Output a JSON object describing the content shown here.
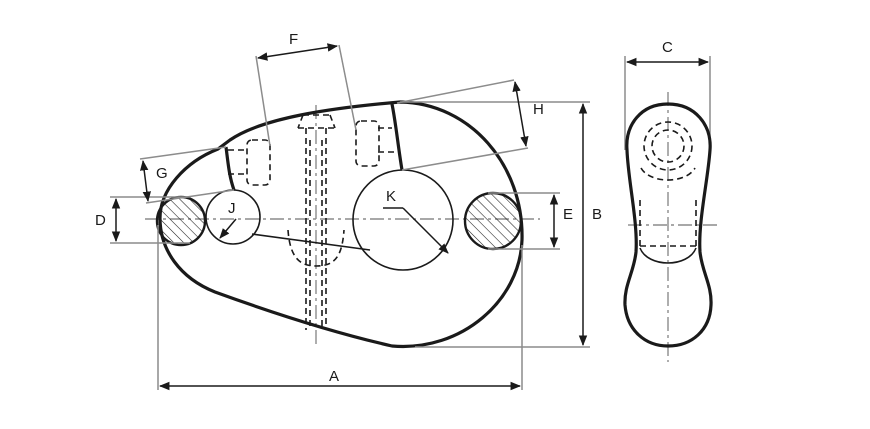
{
  "labels": {
    "A": "A",
    "B": "B",
    "C": "C",
    "D": "D",
    "E": "E",
    "F": "F",
    "G": "G",
    "H": "H",
    "J": "J",
    "K": "K"
  },
  "colors": {
    "outline": "#1a1a1a",
    "dimension": "#1a1a1a",
    "extension": "#8c8c8c",
    "background": "#ffffff"
  }
}
